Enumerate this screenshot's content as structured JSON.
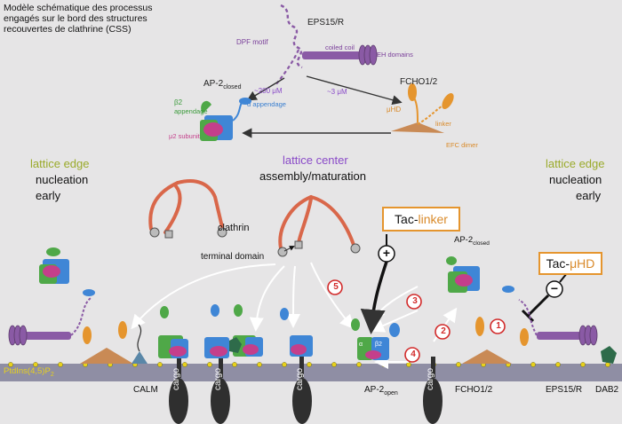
{
  "caption": [
    "Modèle schématique des processus",
    "engagés sur le bord des structures",
    "recouvertes de clathrine (CSS)"
  ],
  "top_panel": {
    "eps15r": "EPS15/R",
    "dpf_motif": "DPF motif",
    "coiled_coil": "coiled coil",
    "eh_domains": "EH domains",
    "ap2_closed": "AP-2",
    "ap2_closed_sub": "closed",
    "fcho": "FCHO1/2",
    "affinity_200": "~200 μM",
    "affinity_3": "~3 μM",
    "beta2": "β2",
    "appendage": "appendage",
    "alpha_appendage": "α appendage",
    "mu2_subunit": "μ2 subunit",
    "muhd": "μHD",
    "linker": "linker",
    "efc_dimer": "EFC dimer"
  },
  "middle": {
    "lattice_edge_left": "lattice edge",
    "nucleation_left": "nucleation",
    "early_left": "early",
    "lattice_center": "lattice center",
    "assembly": "assembly/maturation",
    "clathrin": "clathrin",
    "terminal_domain": "terminal domain",
    "lattice_edge_right": "lattice edge",
    "nucleation_right": "nucleation",
    "early_right": "early",
    "tac_linker": "Tac-",
    "tac_linker_orange": "linker",
    "plus": "+",
    "minus": "−",
    "tac_muhd": "Tac-",
    "tac_muhd_orange": "μHD",
    "ap2_closed_r": "AP-2",
    "ap2_closed_r_sub": "closed",
    "alpha": "α",
    "beta2_small": "β2"
  },
  "steps": [
    "1",
    "2",
    "3",
    "4",
    "5"
  ],
  "membrane": {
    "ptdins": "PtdIns(4,5)P",
    "ptdins_sub": "2",
    "calm": "CALM",
    "ap2_open": "AP-2",
    "ap2_open_sub": "open",
    "fcho": "FCHO1/2",
    "eps15r": "EPS15/R",
    "dab2": "DAB2",
    "cargo": "cargo"
  },
  "colors": {
    "background": "#e6e5e6",
    "membrane": "#8f8ea4",
    "clathrin": "#d9674a",
    "eps15": "#8a5aa5",
    "fcho": "#e5952e",
    "ap2_green": "#4fa848",
    "ap2_blue": "#3f86d6",
    "ap2_pink": "#c43f8b",
    "step_red": "#d22a2a",
    "dab2": "#2e6b4a"
  }
}
